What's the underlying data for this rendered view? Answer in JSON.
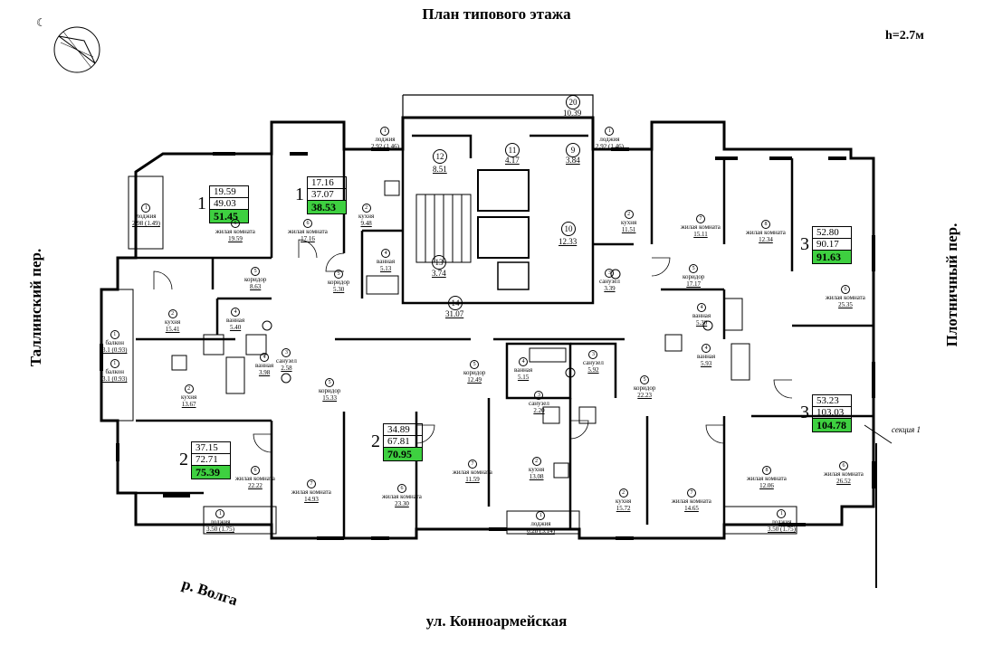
{
  "title": "План типового этажа",
  "height": "h=2.7м",
  "streets": {
    "left": "Таллинский пер.",
    "right": "Плотничный пер.",
    "bottom": "ул. Конноармейская",
    "river": "р. Волга"
  },
  "section_label": "секция 1",
  "apartments": [
    {
      "rooms": "1",
      "living": "19.59",
      "total_no_balcony": "49.03",
      "total": "51.45"
    },
    {
      "rooms": "1",
      "living": "17.16",
      "total_no_balcony": "37.07",
      "total": "38.53"
    },
    {
      "rooms": "3",
      "living": "52.80",
      "total_no_balcony": "90.17",
      "total": "91.63"
    },
    {
      "rooms": "2",
      "living": "37.15",
      "total_no_balcony": "72.71",
      "total": "75.39"
    },
    {
      "rooms": "2",
      "living": "34.89",
      "total_no_balcony": "67.81",
      "total": "70.95"
    },
    {
      "rooms": "3",
      "living": "53.23",
      "total_no_balcony": "103.03",
      "total": "104.78"
    }
  ],
  "core": [
    {
      "num": "20",
      "area": "10.39"
    },
    {
      "num": "12",
      "area": "8.51"
    },
    {
      "num": "11",
      "area": "4.17"
    },
    {
      "num": "9",
      "area": "3.84"
    },
    {
      "num": "10",
      "area": "12.33"
    },
    {
      "num": "13",
      "area": "3.74"
    },
    {
      "num": "14",
      "area": "31.07"
    }
  ],
  "rooms": [
    {
      "num": "1",
      "name": "лоджия",
      "area": "2.92 (1.46)"
    },
    {
      "num": "1",
      "name": "лоджия",
      "area": "2.92 (1.46)"
    },
    {
      "num": "1",
      "name": "лоджия",
      "area": "2.98 (1.49)"
    },
    {
      "num": "6",
      "name": "жилая комната",
      "area": "19.59"
    },
    {
      "num": "6",
      "name": "жилая комната",
      "area": "17.16"
    },
    {
      "num": "2",
      "name": "кухня",
      "area": "9.48"
    },
    {
      "num": "4",
      "name": "ванная",
      "area": "5.13"
    },
    {
      "num": "5",
      "name": "коридор",
      "area": "5.30"
    },
    {
      "num": "5",
      "name": "коридор",
      "area": "8.63"
    },
    {
      "num": "2",
      "name": "кухня",
      "area": "15.41"
    },
    {
      "num": "4",
      "name": "ванная",
      "area": "5.40"
    },
    {
      "num": "3",
      "name": "санузел",
      "area": "2.58"
    },
    {
      "num": "4",
      "name": "ванная",
      "area": "3.98"
    },
    {
      "num": "5",
      "name": "коридор",
      "area": "15.33"
    },
    {
      "num": "2",
      "name": "кухня",
      "area": "13.67"
    },
    {
      "num": "1",
      "name": "балкон",
      "area": "3.1 (0.93)"
    },
    {
      "num": "1",
      "name": "балкон",
      "area": "3.1 (0.93)"
    },
    {
      "num": "6",
      "name": "жилая комната",
      "area": "22.22"
    },
    {
      "num": "7",
      "name": "жилая комната",
      "area": "14.93"
    },
    {
      "num": "1",
      "name": "лоджия",
      "area": "3.50 (1.75)"
    },
    {
      "num": "6",
      "name": "жилая комната",
      "area": "23.30"
    },
    {
      "num": "7",
      "name": "жилая комната",
      "area": "11.59"
    },
    {
      "num": "2",
      "name": "кухня",
      "area": "13.08"
    },
    {
      "num": "1",
      "name": "лоджия",
      "area": "6.28 (3.14)"
    },
    {
      "num": "5",
      "name": "коридор",
      "area": "12.49"
    },
    {
      "num": "4",
      "name": "ванная",
      "area": "5.15"
    },
    {
      "num": "3",
      "name": "санузел",
      "area": "5.92"
    },
    {
      "num": "3",
      "name": "санузел",
      "area": "2.20"
    },
    {
      "num": "5",
      "name": "коридор",
      "area": "22.23"
    },
    {
      "num": "2",
      "name": "кухня",
      "area": "15.72"
    },
    {
      "num": "7",
      "name": "жилая комната",
      "area": "14.65"
    },
    {
      "num": "8",
      "name": "жилая комната",
      "area": "12.06"
    },
    {
      "num": "6",
      "name": "жилая комната",
      "area": "26.52"
    },
    {
      "num": "1",
      "name": "лоджия",
      "area": "3.50 (1.75)"
    },
    {
      "num": "2",
      "name": "кухня",
      "area": "11.51"
    },
    {
      "num": "3",
      "name": "санузел",
      "area": "3.39"
    },
    {
      "num": "7",
      "name": "жилая комната",
      "area": "15.11"
    },
    {
      "num": "8",
      "name": "жилая комната",
      "area": "12.34"
    },
    {
      "num": "5",
      "name": "коридор",
      "area": "17.17"
    },
    {
      "num": "6",
      "name": "жилая комната",
      "area": "25.35"
    },
    {
      "num": "4",
      "name": "ванная",
      "area": "5.30"
    },
    {
      "num": "4",
      "name": "ванная",
      "area": "5.93"
    }
  ]
}
